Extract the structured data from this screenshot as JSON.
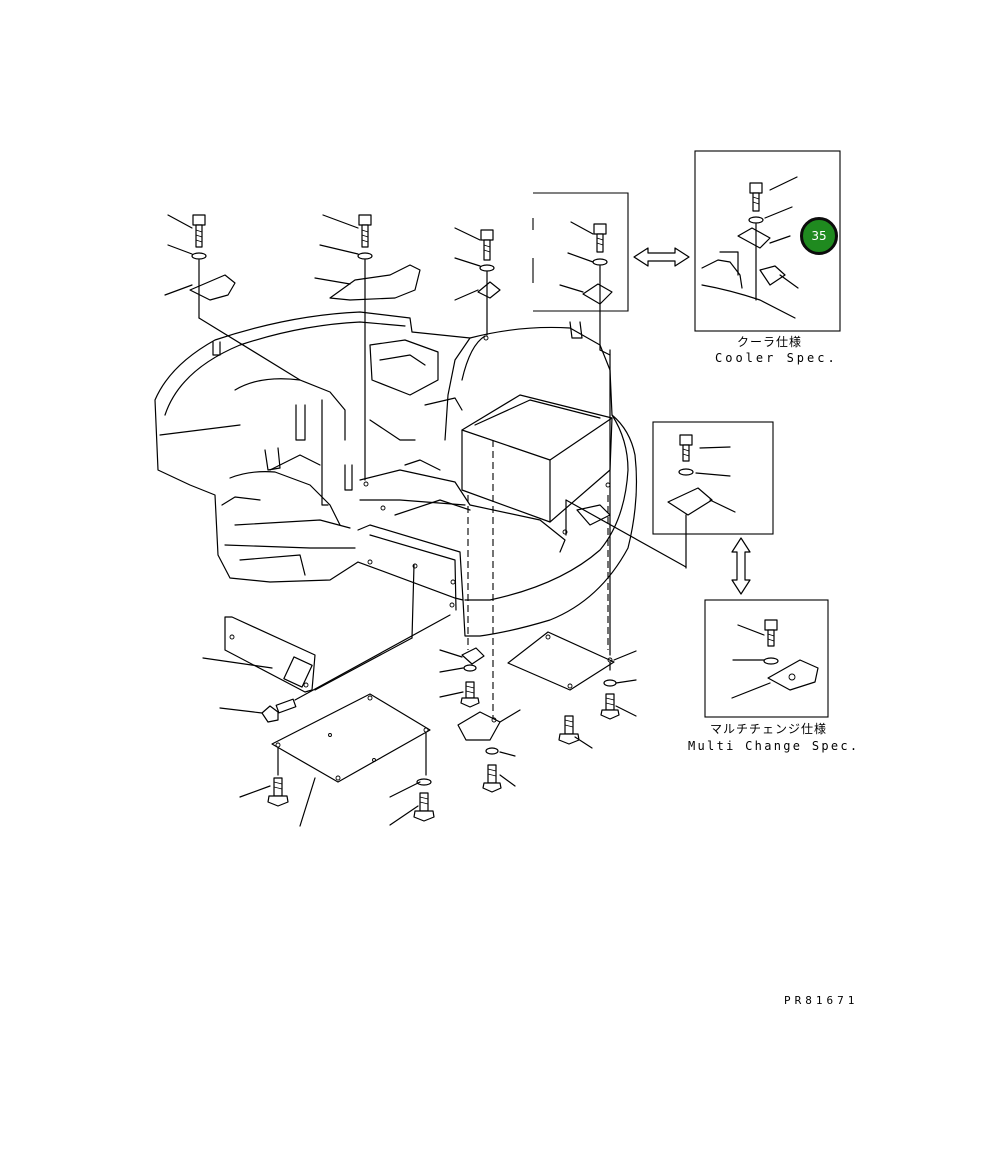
{
  "captions": {
    "cooler_jp": "クーラ仕様",
    "cooler_en": "Cooler Spec.",
    "multi_jp": "マルチチェンジ仕様",
    "multi_en": "Multi Change Spec.",
    "drawing_number": "PR81671"
  },
  "callout": {
    "number": "35",
    "color": "#1f8a1f"
  }
}
